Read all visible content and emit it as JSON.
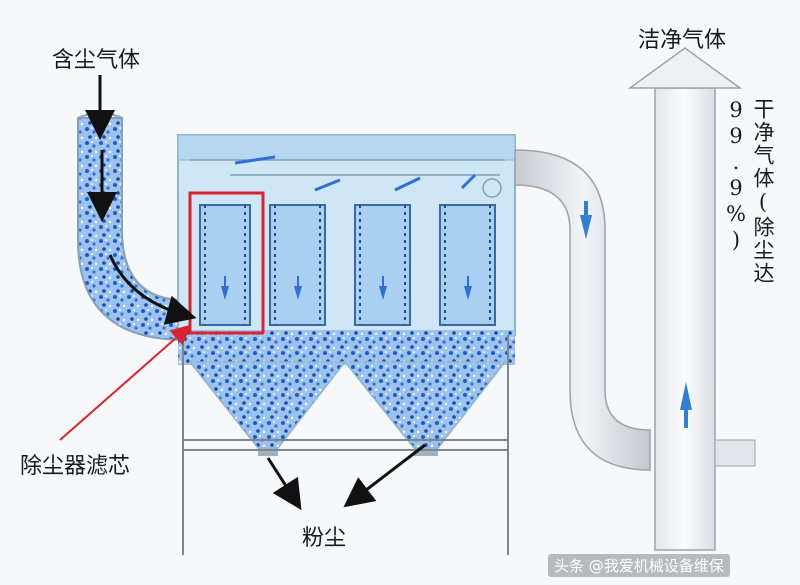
{
  "labels": {
    "dusty_gas": "含尘气体",
    "clean_gas": "洁净气体",
    "dry_clean_gas": "干净气体(除尘达 99.9%)",
    "filter_cartridge": "除尘器滤芯",
    "dust": "粉尘"
  },
  "watermark": "头条 @我爱机械设备维保",
  "colors": {
    "dust_blue": "#2f6fd6",
    "housing_blue": "#cfe6f7",
    "highlight_red": "#d9232d",
    "duct_gray": "#d8dde3"
  }
}
